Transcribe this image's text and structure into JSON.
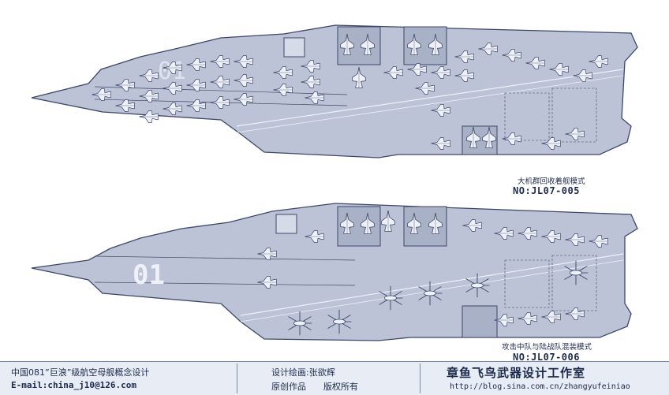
{
  "sheet_1": {
    "mode_caption": "大机群回收着舰模式",
    "code": "NO:JL07-005"
  },
  "sheet_2": {
    "mode_caption": "攻击中队与陆战队混装模式",
    "code": "NO:JL07-006",
    "hull_number": "01"
  },
  "footer": {
    "title": "中国081”巨浪”级航空母舰概念设计",
    "email": "E-mail:china_j10@126.com",
    "designer": "设计绘画:张欲辉",
    "originality": "原创作品",
    "copyright": "版权所有",
    "studio": "章鱼飞鸟武器设计工作室",
    "url": "http://blog.sina.com.cn/zhangyufeiniao"
  },
  "colors": {
    "deck": "#bcc3d6",
    "outline": "#3c4868",
    "aircraft": "#eef1f8",
    "background": "#ffffff"
  }
}
